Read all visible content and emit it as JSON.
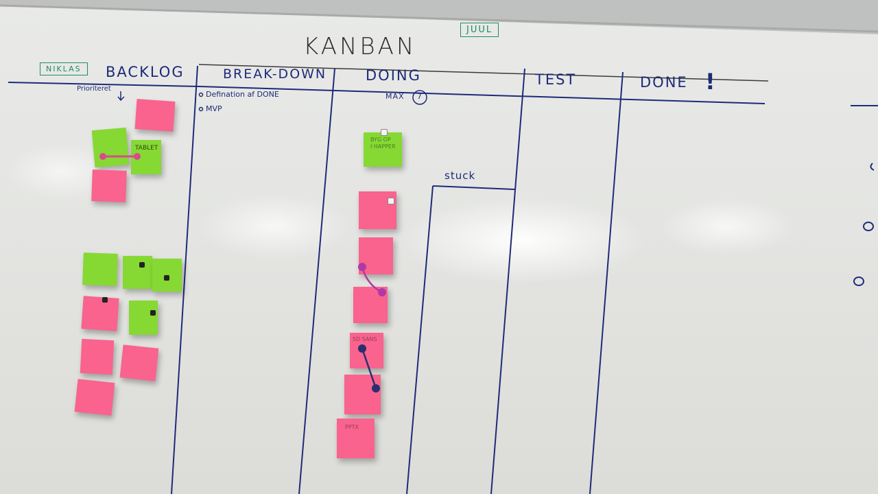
{
  "board": {
    "title": "KANBAN",
    "tag_right": "JUUL",
    "tag_left": "NIKLAS",
    "exclamation": "!"
  },
  "columns": {
    "backlog": "BACKLOG",
    "breakdown": "BREAK-DOWN",
    "doing": "DOING",
    "test": "TEST",
    "done": "DONE"
  },
  "notes": {
    "prioritized": "Prioriteret",
    "breakdown_items": [
      "Defination af DONE",
      "MVP"
    ],
    "wip_limit": "MAX",
    "wip_number": "7",
    "stuck": "stuck"
  },
  "sticky_text": {
    "tablet": "TABLET",
    "byg_op": "BYG OP",
    "happer": "I HAPPER",
    "sd_sans": "SD SANS",
    "ptx": "PPTX"
  },
  "colors": {
    "pink_note": "#f9638d",
    "green_note": "#86d833",
    "marker_blue": "#1e2a78",
    "marker_green": "#1d8a6a",
    "magnet_pink": "#d94a8a",
    "magnet_purple": "#b03aa4",
    "magnet_navy": "#2a2f6e"
  }
}
